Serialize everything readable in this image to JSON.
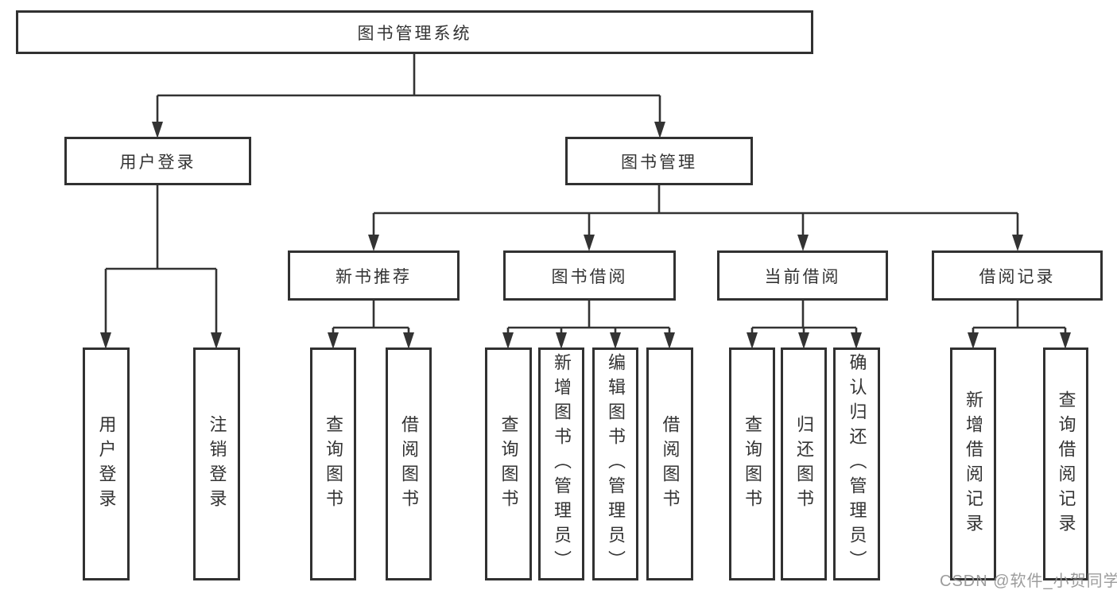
{
  "tree": {
    "label": "图书管理系统",
    "children": [
      {
        "label": "用户登录",
        "children": [
          {
            "label": "用户登录"
          },
          {
            "label": "注销登录"
          }
        ]
      },
      {
        "label": "图书管理",
        "children": [
          {
            "label": "新书推荐",
            "children": [
              {
                "label": "查询图书"
              },
              {
                "label": "借阅图书"
              }
            ]
          },
          {
            "label": "图书借阅",
            "children": [
              {
                "label": "查询图书"
              },
              {
                "label": "新增图书（管理员）"
              },
              {
                "label": "编辑图书（管理员）"
              },
              {
                "label": "借阅图书"
              }
            ]
          },
          {
            "label": "当前借阅",
            "children": [
              {
                "label": "查询图书"
              },
              {
                "label": "归还图书"
              },
              {
                "label": "确认归还（管理员）"
              }
            ]
          },
          {
            "label": "借阅记录",
            "children": [
              {
                "label": "新增借阅记录"
              },
              {
                "label": "查询借阅记录"
              }
            ]
          }
        ]
      }
    ]
  },
  "watermark": "CSDN @软件_小贺同学",
  "colors": {
    "line": "#333333",
    "box_border": "#313131",
    "text": "#333333",
    "watermark_text": "#949494",
    "background": "#ffffff"
  }
}
